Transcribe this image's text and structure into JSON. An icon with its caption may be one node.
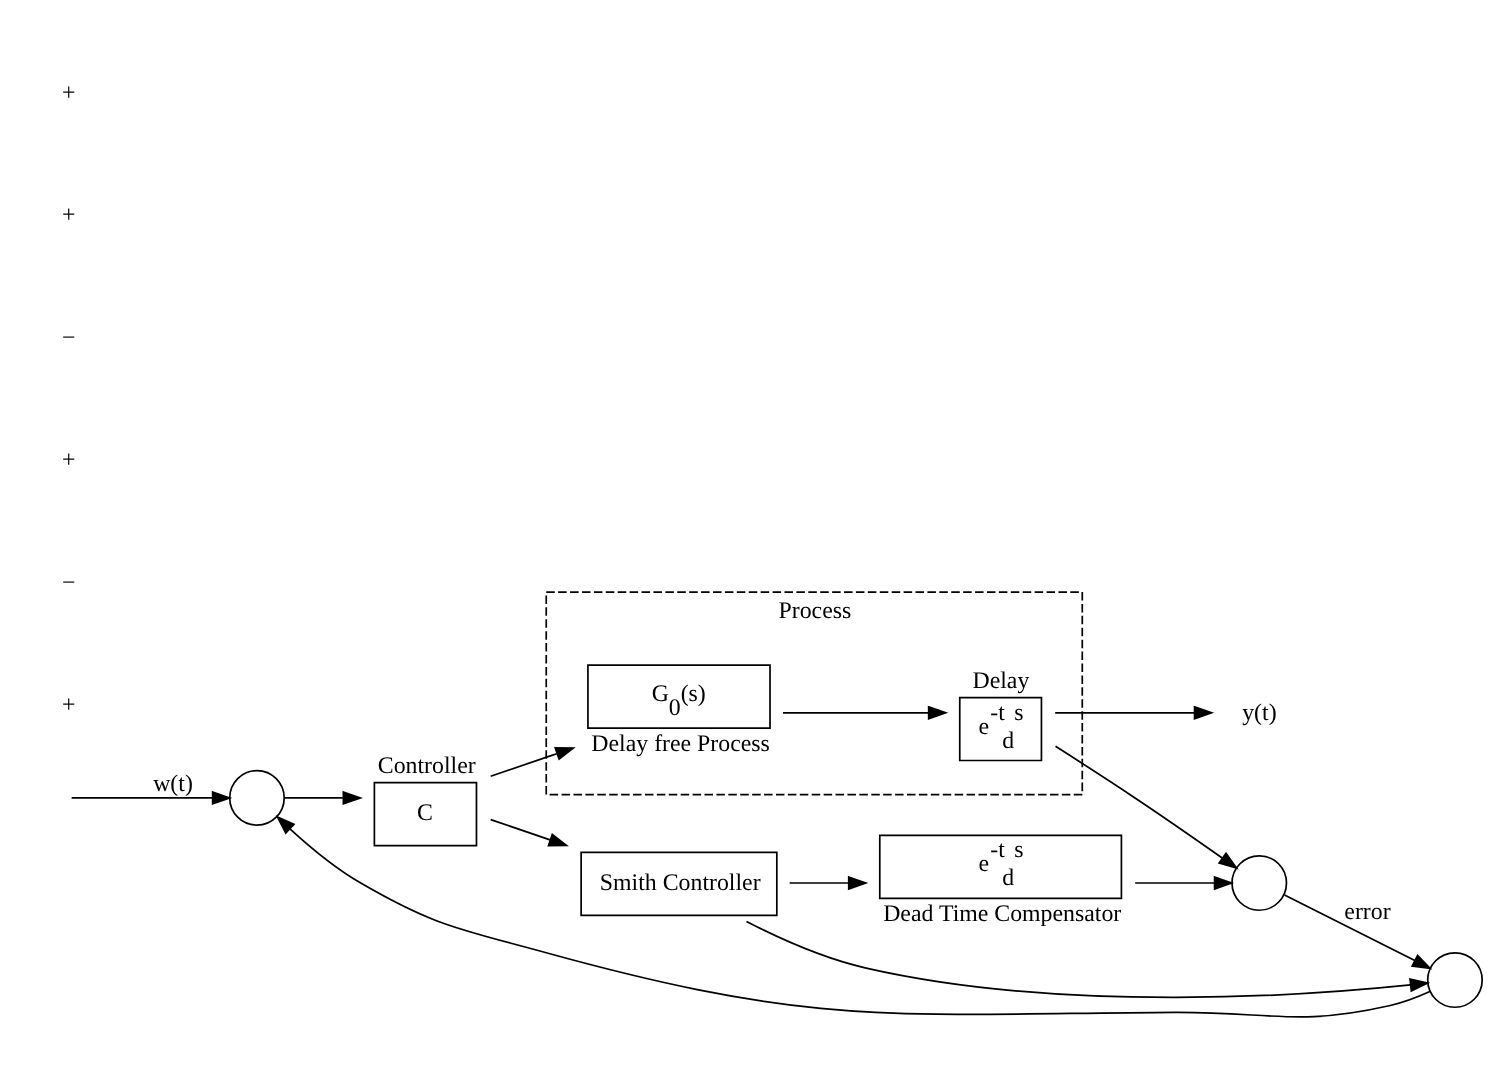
{
  "diagram": {
    "nodes": [
      {
        "text": [
          "Process"
        ]
      },
      {
        "text": [],
        "shape": "circle"
      },
      {
        "text": [
          "Controller",
          "C"
        ]
      },
      {
        "text": [
          "G$_{0}$(s)"
        ],
        "in": 0,
        "beside": [
          "Delay free Process"
        ]
      },
      {
        "text": [
          "Delay",
          "e$^{-t}$$_{d}$$^{s}$"
        ],
        "in": 0
      },
      {
        "text": [
          "y(t)"
        ]
      },
      {
        "text": [
          "Smith Controller"
        ]
      },
      {
        "text": [
          "e$^{-t}$$_{d}$$^{s}$"
        ],
        "beside": [
          "Dead Time Compensator"
        ]
      },
      {
        "text": [],
        "shape": "circle"
      },
      {
        "text": [],
        "shape": "circle"
      }
    ],
    "edges": [
      {
        "from": null,
        "to": 1,
        "arrow": "to",
        "label": "w(t)"
      },
      {
        "from": 1,
        "to": 2,
        "arrow": "to"
      },
      {
        "from": 2,
        "to": 3,
        "arrow": "to"
      },
      {
        "from": 3,
        "to": 4,
        "arrow": "to"
      },
      {
        "from": 4,
        "to": 5,
        "arrow": "to"
      },
      {
        "from": 2,
        "to": 6,
        "arrow": "to"
      },
      {
        "from": 6,
        "to": 7,
        "arrow": "to"
      },
      {
        "from": 6,
        "to": 9,
        "arrow": "to"
      },
      {
        "from": 4,
        "to": 8,
        "arrow": "to"
      },
      {
        "from": 7,
        "to": 8,
        "arrow": "to"
      },
      {
        "from": 8,
        "to": 9,
        "arrow": "to",
        "label": "error"
      },
      {
        "from": 9,
        "to": 1,
        "arrow": "to"
      }
    ],
    "labels": [
      "+",
      "−",
      "+",
      "−",
      "+",
      "+"
    ]
  }
}
